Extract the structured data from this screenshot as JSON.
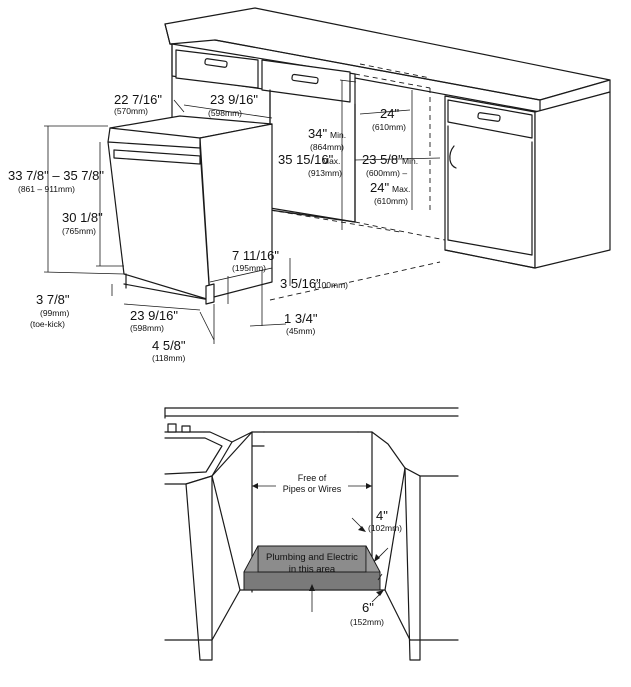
{
  "top_diagram": {
    "depth_side": {
      "value": "22 7/16\"",
      "metric": "(570mm)"
    },
    "depth_top": {
      "value": "23 9/16\"",
      "metric": "(598mm)"
    },
    "height_range": {
      "value": "33 7/8\" – 35 7/8\"",
      "metric": "(861 – 911mm)"
    },
    "door_height": {
      "value": "30 1/8\"",
      "metric": "(765mm)"
    },
    "toe_kick": {
      "value": "3 7/8\"",
      "metric": "(99mm)",
      "note": "(toe-kick)"
    },
    "width_front": {
      "value": "23 9/16\"",
      "metric": "(598mm)"
    },
    "bottom_depth": {
      "value": "4 5/8\"",
      "metric": "(118mm)"
    },
    "rail_height": {
      "value": "7 11/16\"",
      "metric": "(195mm)"
    },
    "gap_height": {
      "value": "3 5/16\"",
      "metric": "(100mm)"
    },
    "door_offset": {
      "value": "1 3/4\"",
      "metric": "(45mm)"
    },
    "cabinet_height": {
      "value_min": "34\"",
      "min_label": "Min.",
      "metric_min": "(864mm)",
      "value_max": "35 15/16\"",
      "max_label": "Max.",
      "metric_max": "(913mm)"
    },
    "cabinet_depth": {
      "value": "24\"",
      "metric": "(610mm)"
    },
    "opening_width": {
      "value_min": "23 5/8\"",
      "min_label": "Min.",
      "metric_range": "(600mm) –",
      "value_max": "24\"",
      "max_label": "Max.",
      "metric_max": "(610mm)"
    }
  },
  "bottom_diagram": {
    "free_zone": {
      "line1": "Free of",
      "line2": "Pipes or Wires"
    },
    "service_area": {
      "line1": "Plumbing and Electric",
      "line2": "in this area"
    },
    "height_4": {
      "value": "4\"",
      "metric": "(102mm)"
    },
    "height_6": {
      "value": "6\"",
      "metric": "(152mm)"
    }
  },
  "colors": {
    "line": "#1a1a1a",
    "service_area_fill": "#8c8c8c",
    "background": "#ffffff"
  }
}
